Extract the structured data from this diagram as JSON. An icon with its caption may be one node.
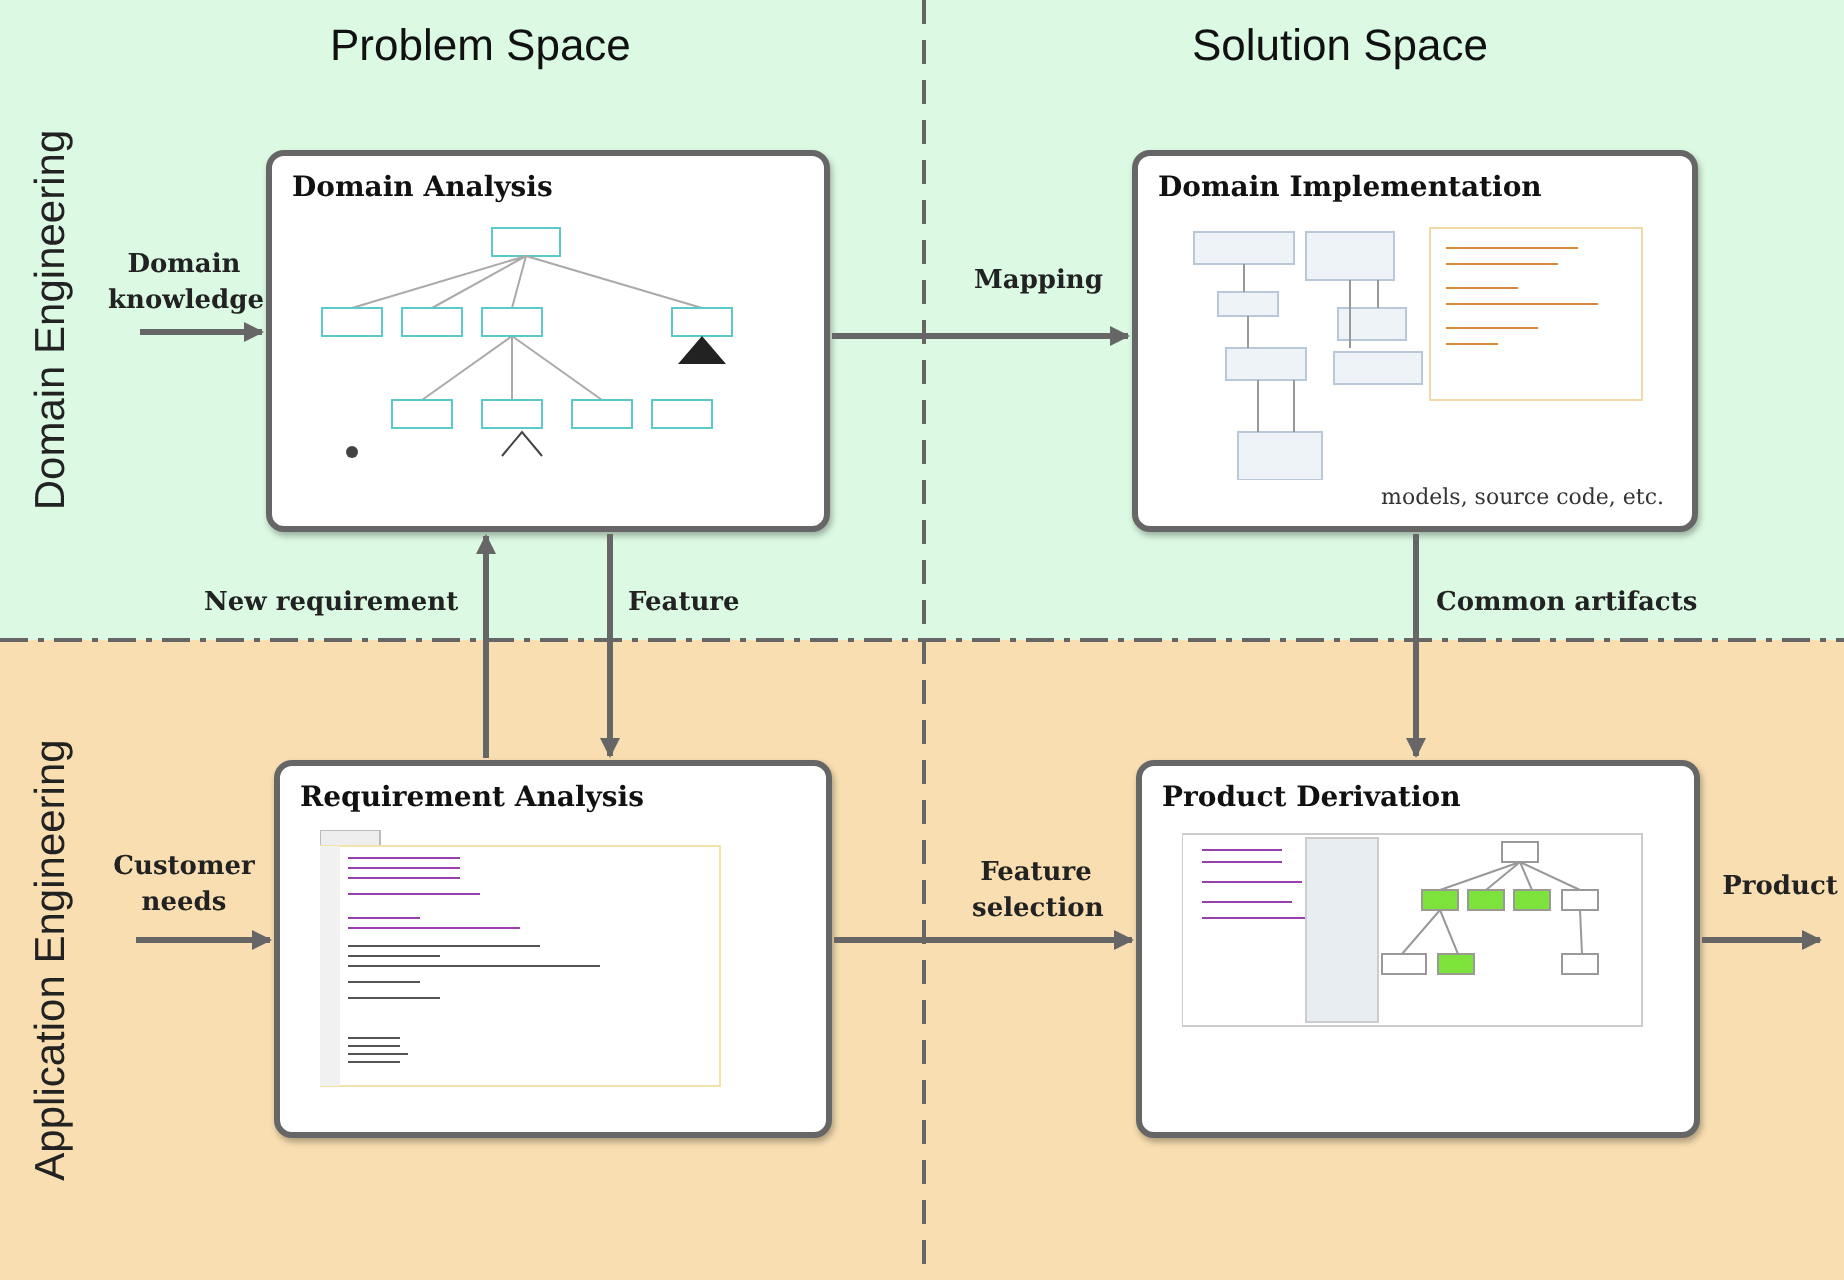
{
  "diagram": {
    "nodes": [
      {
        "text": [
          "Domain Engineering"
        ]
      },
      {
        "text": [
          "Domain knowledge"
        ],
        "in": 0
      },
      {
        "text": [
          "Domain Analysis"
        ],
        "in": 0
      },
      {
        "text": [
          "Domain Implementation",
          "models, source code, etc."
        ],
        "in": 0
      },
      {
        "text": [
          "Application Engineering"
        ]
      },
      {
        "text": [
          "Customer needs"
        ],
        "in": 4
      },
      {
        "text": [
          "Requirement Analysis"
        ],
        "in": 4
      },
      {
        "text": [
          "Product Derivation"
        ],
        "in": 4
      },
      {
        "text": [
          "Product"
        ],
        "in": 4
      }
    ],
    "edges": [
      {
        "from": 1,
        "to": 2,
        "arrow": "to"
      },
      {
        "from": 2,
        "to": 3,
        "arrow": "to",
        "label": "Mapping"
      },
      {
        "from": 2,
        "to": 6,
        "arrow": "to",
        "label": "Feature"
      },
      {
        "from": 6,
        "to": 2,
        "arrow": "to",
        "label": "New requirement"
      },
      {
        "from": 3,
        "to": 7,
        "arrow": "to",
        "label": "Common artifacts"
      },
      {
        "from": 5,
        "to": 6,
        "arrow": "to"
      },
      {
        "from": 6,
        "to": 7,
        "arrow": "to",
        "label": "Feature selection"
      },
      {
        "from": 7,
        "to": 8,
        "arrow": "to"
      }
    ],
    "labels": [
      "Problem Space",
      "Solution Space"
    ]
  }
}
